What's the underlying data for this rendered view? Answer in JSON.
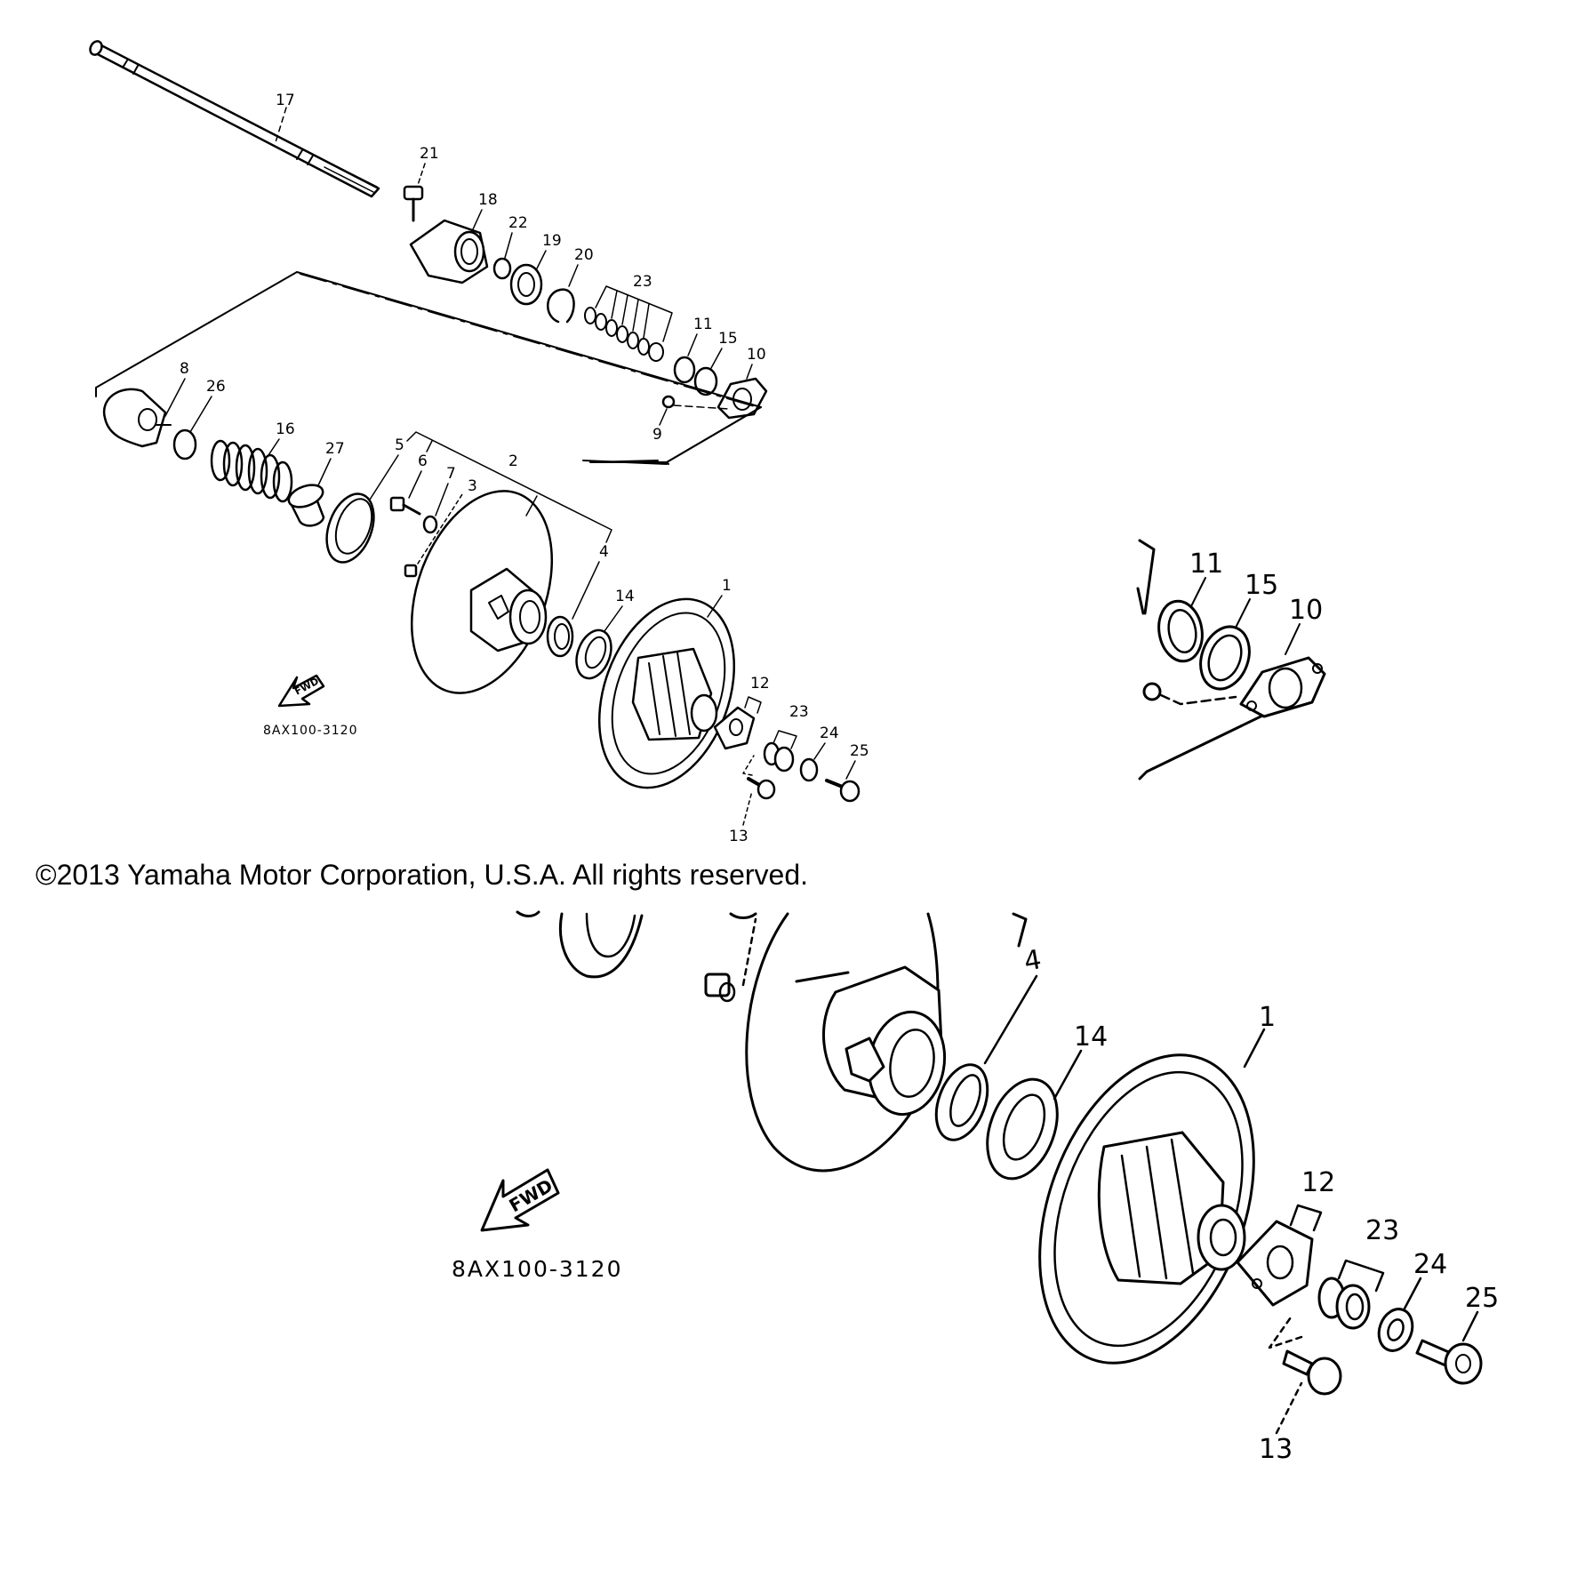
{
  "copyright": "©2013 Yamaha Motor Corporation, U.S.A. All rights reserved.",
  "diagram_code": "8AX100-3120",
  "fwd_label": "FWD",
  "callouts": {
    "c1": "1",
    "c2": "2",
    "c3": "3",
    "c4": "4",
    "c5": "5",
    "c6": "6",
    "c7": "7",
    "c8": "8",
    "c9": "9",
    "c10": "10",
    "c11": "11",
    "c12": "12",
    "c13": "13",
    "c14": "14",
    "c15": "15",
    "c16": "16",
    "c17": "17",
    "c18": "18",
    "c19": "19",
    "c20": "20",
    "c21": "21",
    "c22": "22",
    "c23": "23",
    "c24": "24",
    "c25": "25",
    "c26": "26",
    "c27": "27"
  }
}
